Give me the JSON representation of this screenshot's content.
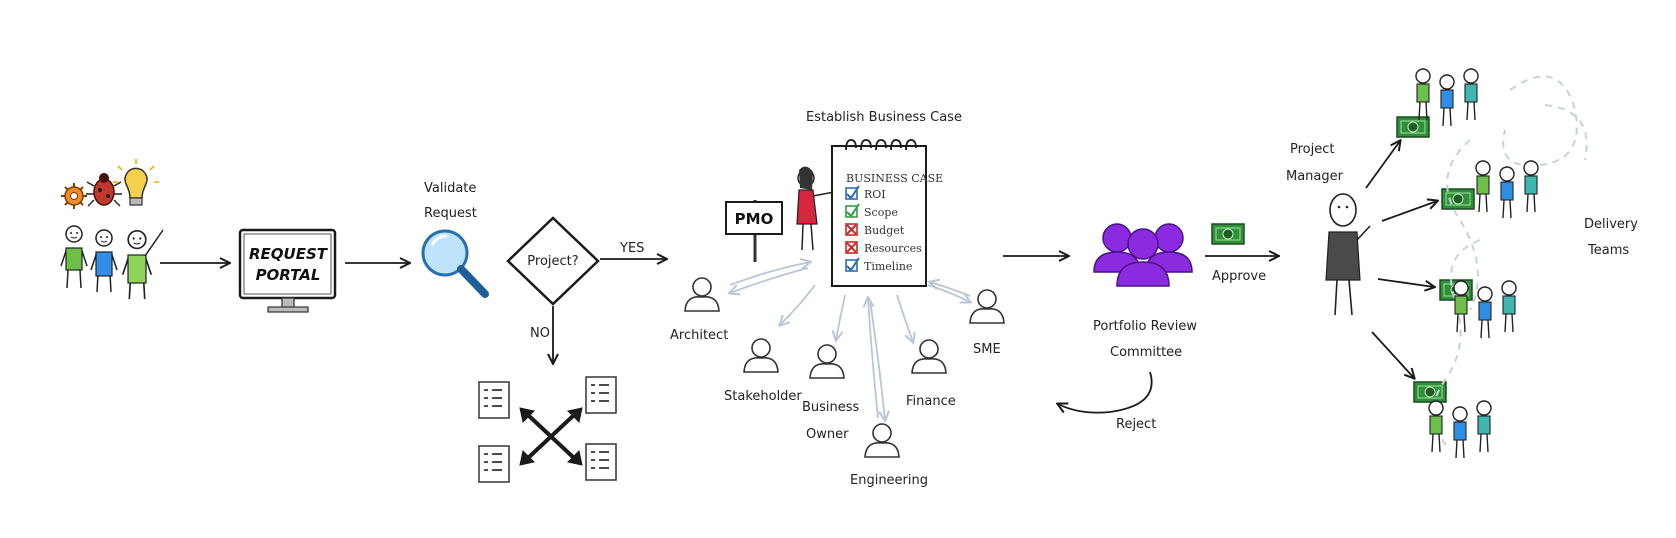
{
  "labels": {
    "request_portal_line1": "REQUEST",
    "request_portal_line2": "PORTAL",
    "validate_line1": "Validate",
    "validate_line2": "Request",
    "decision": "Project?",
    "yes": "YES",
    "no": "NO",
    "pmo": "PMO",
    "establish": "Establish Business Case",
    "case_title": "BUSINESS CASE",
    "architect": "Architect",
    "stakeholder": "Stakeholder",
    "business_owner_line1": "Business",
    "business_owner_line2": "Owner",
    "engineering": "Engineering",
    "finance": "Finance",
    "sme": "SME",
    "committee_line1": "Portfolio Review",
    "committee_line2": "Committee",
    "approve": "Approve",
    "reject": "Reject",
    "pm_line1": "Project",
    "pm_line2": "Manager",
    "teams_line1": "Delivery",
    "teams_line2": "Teams"
  },
  "checklist": [
    {
      "label": "ROI",
      "mark": "check",
      "color": "#2b6cb0"
    },
    {
      "label": "Scope",
      "mark": "check",
      "color": "#2f9e44"
    },
    {
      "label": "Budget",
      "mark": "cross",
      "color": "#c92a2a"
    },
    {
      "label": "Resources",
      "mark": "cross",
      "color": "#c92a2a"
    },
    {
      "label": "Timeline",
      "mark": "check",
      "color": "#2b6cb0"
    }
  ],
  "colors": {
    "ink": "#1a1a1a",
    "committee": "#8a2be2",
    "money": "#2f8f3a",
    "pale_arrow": "#b8c7d6",
    "team_green": "#6cc04a",
    "team_blue": "#2f8fe6",
    "team_teal": "#3fb6b0",
    "magnifier": "#3fa3e0",
    "pmo_woman": "#d7263d"
  },
  "icons": {
    "gear": "gear-icon",
    "bug": "bug-icon",
    "idea": "lightbulb-icon",
    "magnifier": "magnifier-icon",
    "committee": "group-icon",
    "money": "banknote-icon"
  }
}
